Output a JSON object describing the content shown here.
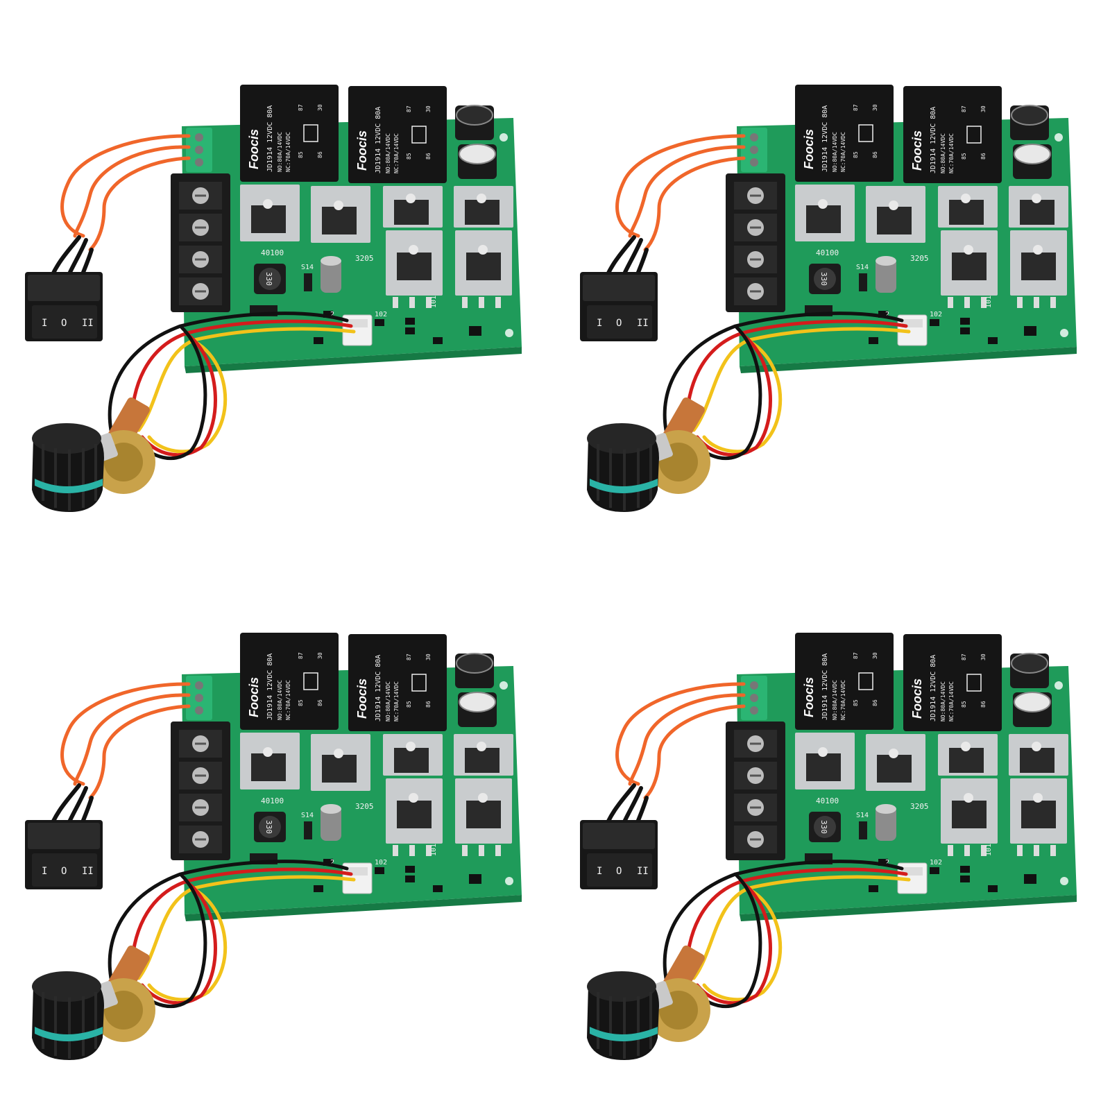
{
  "photo": {
    "background": "#ffffff",
    "tile_count": 4,
    "colors": {
      "pcb": "#1f9b5a",
      "pcb_dark": "#167a45",
      "relay": "#151515",
      "terminal": "#1b1b1b",
      "heatsink": "#c9ccce",
      "wire_orange": "#f0662a",
      "wire_red": "#d41c1c",
      "wire_yellow": "#f2c21a",
      "wire_black": "#111111",
      "knob": "#141414",
      "knob_stripe": "#2ab3a6",
      "pot_brass": "#c9a24a"
    },
    "relay_text": {
      "brand": "Foocis",
      "model": "JD1914 12VDC 80A",
      "rating1": "NO:80A/14VDC",
      "rating2": "NC:70A/14VDC",
      "pins": [
        "87",
        "30",
        "85",
        "86"
      ]
    },
    "pcb_text": {
      "mosfet_code": "40100",
      "ic_code": "3205",
      "diode_label": "S14",
      "inductor_code": "330",
      "ref_102": "102",
      "ref_101": "101",
      "ref_2": "2"
    },
    "switch_marks": [
      "I",
      "O",
      "II"
    ]
  }
}
